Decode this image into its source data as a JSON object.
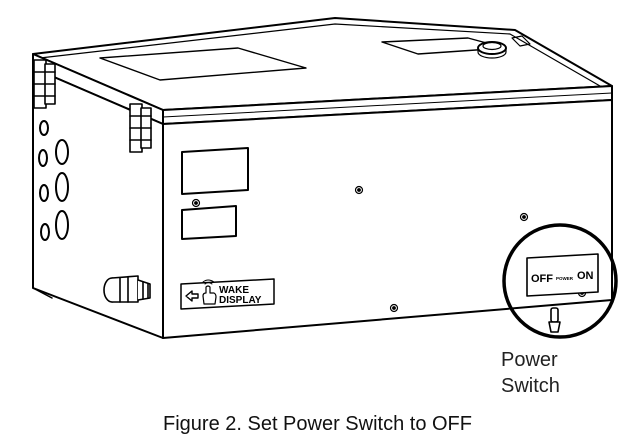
{
  "figure": {
    "caption": "Figure 2. Set Power Switch to OFF",
    "callout_label_line1": "Power",
    "callout_label_line2": "Switch"
  },
  "switch_plate": {
    "off_label": "OFF",
    "power_label": "POWER",
    "on_label": "ON",
    "position": "OFF"
  },
  "wake_label": {
    "line1": "WAKE",
    "line2": "DISPLAY"
  },
  "icons": [
    "arrow-left-icon",
    "touch-hand-icon"
  ],
  "colors": {
    "line": "#000000",
    "background": "#ffffff"
  }
}
